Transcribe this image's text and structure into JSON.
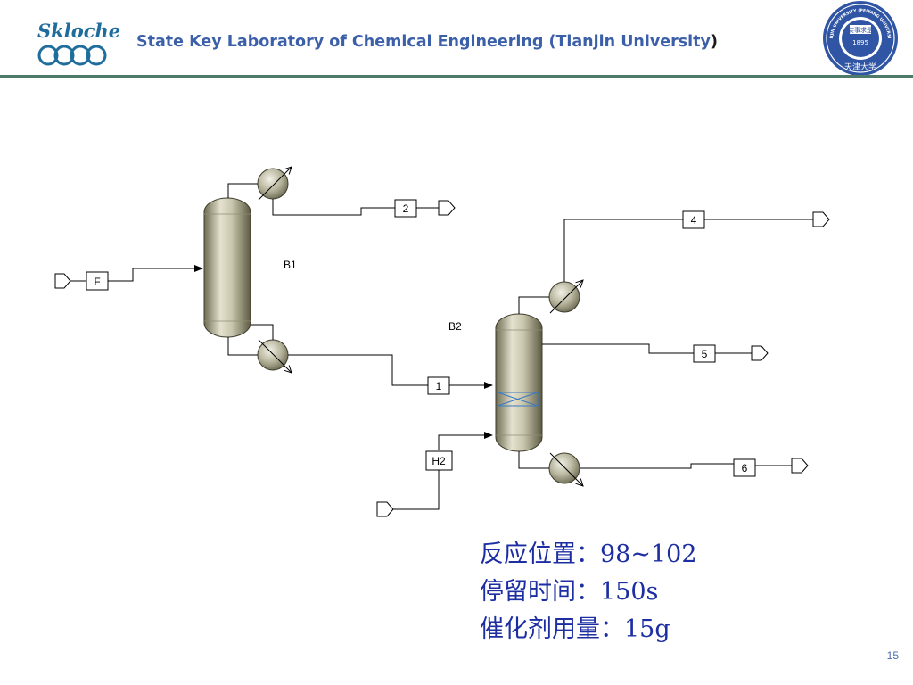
{
  "header": {
    "logo_text": "Skloche",
    "title_main": "State Key Laboratory of Chemical Engineering (Tianjin University",
    "title_close": ")",
    "seal_text": "TIANJIN UNIVERSITY (PEIYANG UNIVERSITY)",
    "seal_year": "1895",
    "seal_inner": "实事求是",
    "seal_chinese": "天津大学"
  },
  "diagram": {
    "blocks": {
      "b1": "B1",
      "b2": "B2"
    },
    "streams": {
      "feed": "F",
      "s1": "1",
      "s2": "2",
      "s4": "4",
      "s5": "5",
      "s6": "6",
      "h2": "H2"
    }
  },
  "notes": {
    "line1": "反应位置：98~102",
    "line2": "停留时间：150s",
    "line3": "催化剂用量：15g"
  },
  "footer": {
    "page_number": "15"
  },
  "colors": {
    "title": "#3b5fa8",
    "note": "#1c2ea2",
    "rule": "#4e7a6a"
  }
}
